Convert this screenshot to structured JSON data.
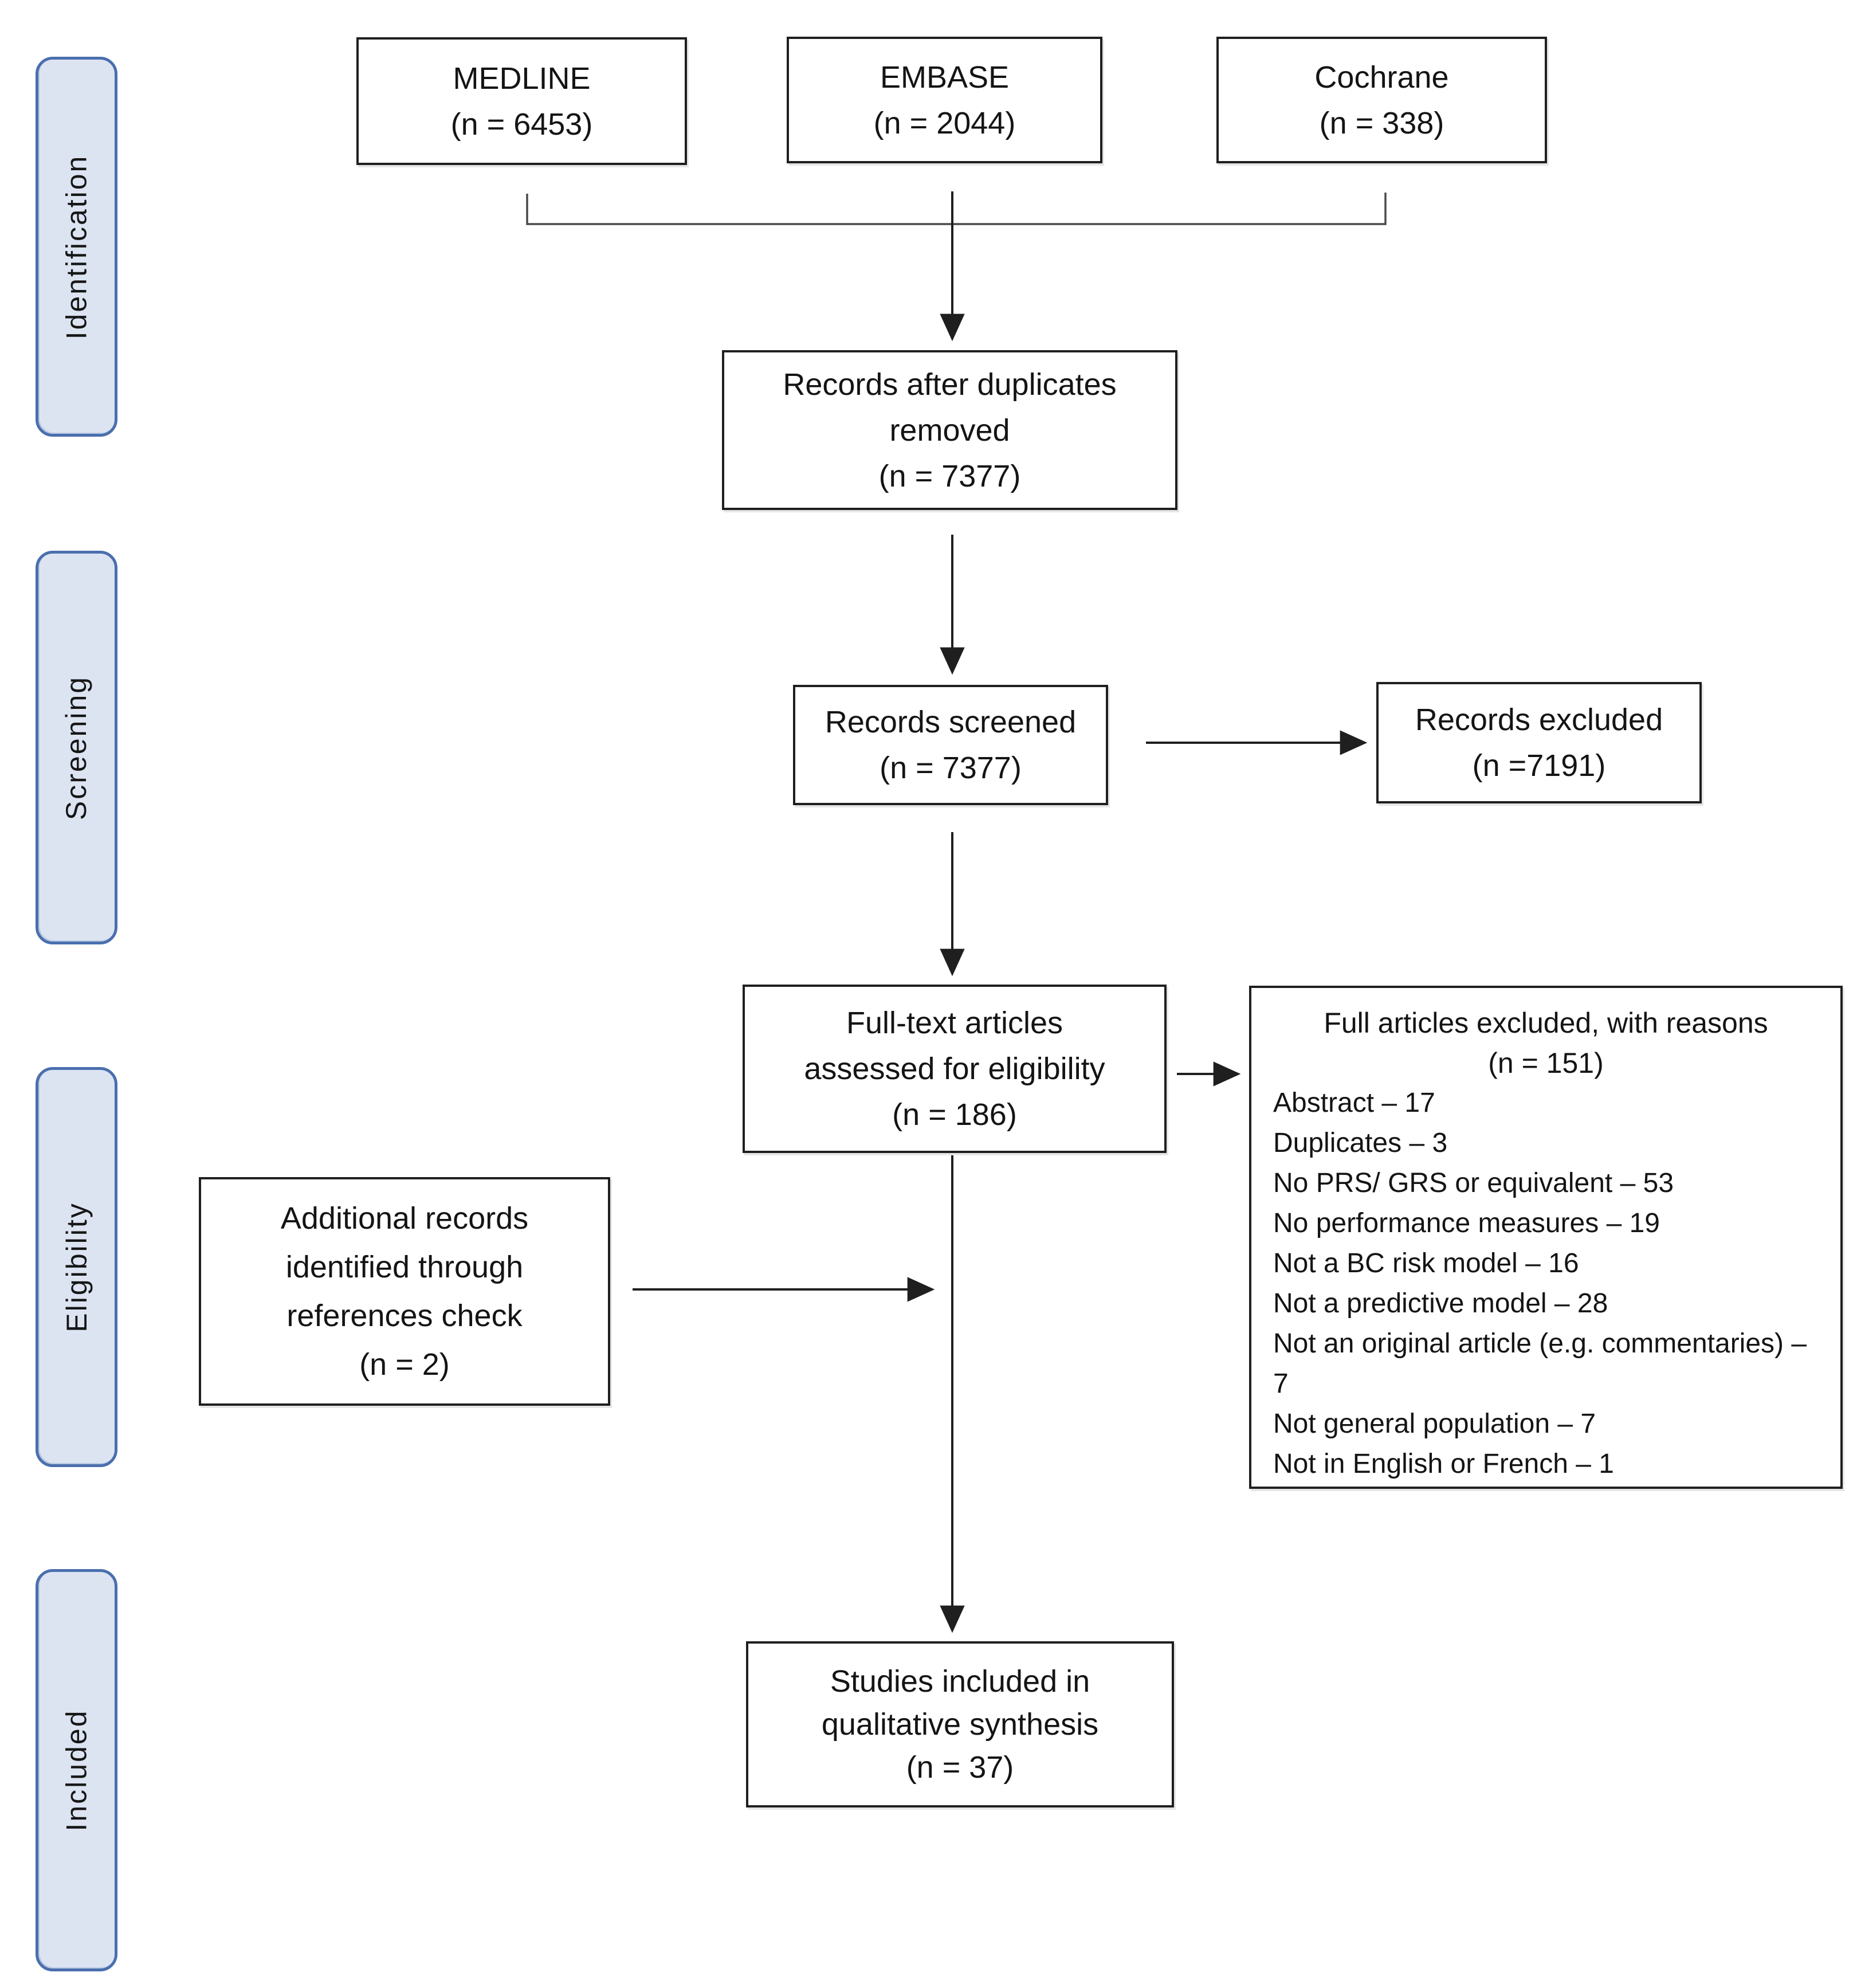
{
  "palette": {
    "sidebar_fill": "#dce4f2",
    "sidebar_border": "#4a6fae",
    "box_border": "#1f1f1f",
    "text": "#141414",
    "connector": "#2e2e2e",
    "bracket": "#4a4a4a"
  },
  "stages": [
    {
      "label": "Identification"
    },
    {
      "label": "Screening"
    },
    {
      "label": "Eligibility"
    },
    {
      "label": "Included"
    }
  ],
  "boxes": {
    "medline": {
      "lines": [
        "MEDLINE",
        "(n = 6453)"
      ]
    },
    "embase": {
      "lines": [
        "EMBASE",
        "(n = 2044)"
      ]
    },
    "cochrane": {
      "lines": [
        "Cochrane",
        "(n = 338)"
      ]
    },
    "duplicates_removed": {
      "lines": [
        "Records after duplicates",
        "removed",
        "(n = 7377)"
      ]
    },
    "records_screened": {
      "lines": [
        "Records screened",
        "(n = 7377)"
      ]
    },
    "records_excluded": {
      "lines": [
        "Records excluded",
        "(n =7191)"
      ]
    },
    "fulltext_assessed": {
      "lines": [
        "Full-text articles",
        "assessed for eligibility",
        "(n = 186)"
      ]
    },
    "fulltext_excluded": {
      "title": "Full articles excluded, with reasons",
      "count": "(n = 151)",
      "reasons": [
        "Abstract – 17",
        "Duplicates – 3",
        "No PRS/ GRS or equivalent – 53",
        "No performance measures – 19",
        "Not a BC risk model – 16",
        "Not a predictive model – 28",
        "Not an original article (e.g. commentaries) – 7",
        "Not general population – 7",
        "Not in English or French – 1"
      ]
    },
    "additional_records": {
      "lines": [
        "Additional records",
        "identified through",
        "references check",
        "(n = 2)"
      ]
    },
    "studies_included": {
      "lines": [
        "Studies included in",
        "qualitative synthesis",
        "(n = 37)"
      ]
    }
  }
}
